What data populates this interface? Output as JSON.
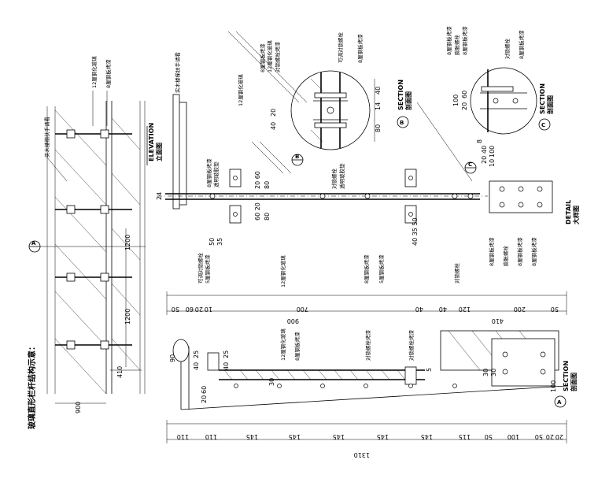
{
  "page_title": "玻璃直形栏杆结构示意：",
  "annotations": {
    "handrail_solid_wood": "实木楼梯扶手请看",
    "glass_12mm": "12厘钢化玻璃",
    "steel_plate_8mm": "8厘钢板烤漆",
    "steel_plate_5mm": "5厘钢板烤漆",
    "adjustable_bolt": "可调对锁螺栓",
    "lock_bolt": "对锁螺栓",
    "transparent_glue": "透明玻胶垫",
    "lock_bolt_paint": "对锁螺栓烤漆",
    "expansion_bolt": "膨胀螺栓"
  },
  "titles": {
    "elevation_en": "ELEVATION",
    "elevation_cn": "立面图",
    "section_en": "SECTION",
    "section_cn": "剖面图",
    "detail_en": "DETAIL",
    "detail_cn": "大样图"
  },
  "markers": {
    "A": "A",
    "B": "B",
    "C": "C"
  },
  "dimensions": {
    "elev_410": "410",
    "elev_900": "900",
    "elev_1200a": "1200",
    "elev_1200b": "1200",
    "handrail_24": "24",
    "b_40": "40",
    "b_20": "20",
    "b_80": "80",
    "b_14": "14",
    "b_40b": "40",
    "c_100": "100",
    "c_60": "60",
    "c_20": "20",
    "c_8": "8",
    "c_40": "40",
    "c_20b": "20",
    "c_100b": "100",
    "c_10": "10",
    "det_20_60": "20 60",
    "det_80": "80",
    "det_60_20": "60 20",
    "det_80b": "80",
    "det_50": "50",
    "det_35": "35",
    "det_40_35_50": "40 35 50",
    "mid_50": "50",
    "mid_60": "60",
    "mid_20": "20",
    "mid_10": "10",
    "mid_700": "700",
    "mid_40": "40",
    "mid_40b": "40",
    "mid_120": "120",
    "mid_200": "200",
    "mid_50b": "50",
    "mid_900": "900",
    "mid_410": "410",
    "a_90": "90",
    "a_40": "40",
    "a_25": "25",
    "a_20": "20",
    "a_60": "60",
    "a_40b": "40",
    "a_25b": "25",
    "a_30": "30",
    "a_5": "5",
    "a_30b": "30",
    "a_30c": "30",
    "a_100": "100",
    "bot_110a": "110",
    "bot_110b": "110",
    "bot_145a": "145",
    "bot_145b": "145",
    "bot_145c": "145",
    "bot_145d": "145",
    "bot_145e": "145",
    "bot_115": "115",
    "bot_50": "50",
    "bot_100": "100",
    "bot_50b": "50",
    "bot_20": "20",
    "bot_20b": "20",
    "bot_1310": "1310"
  }
}
